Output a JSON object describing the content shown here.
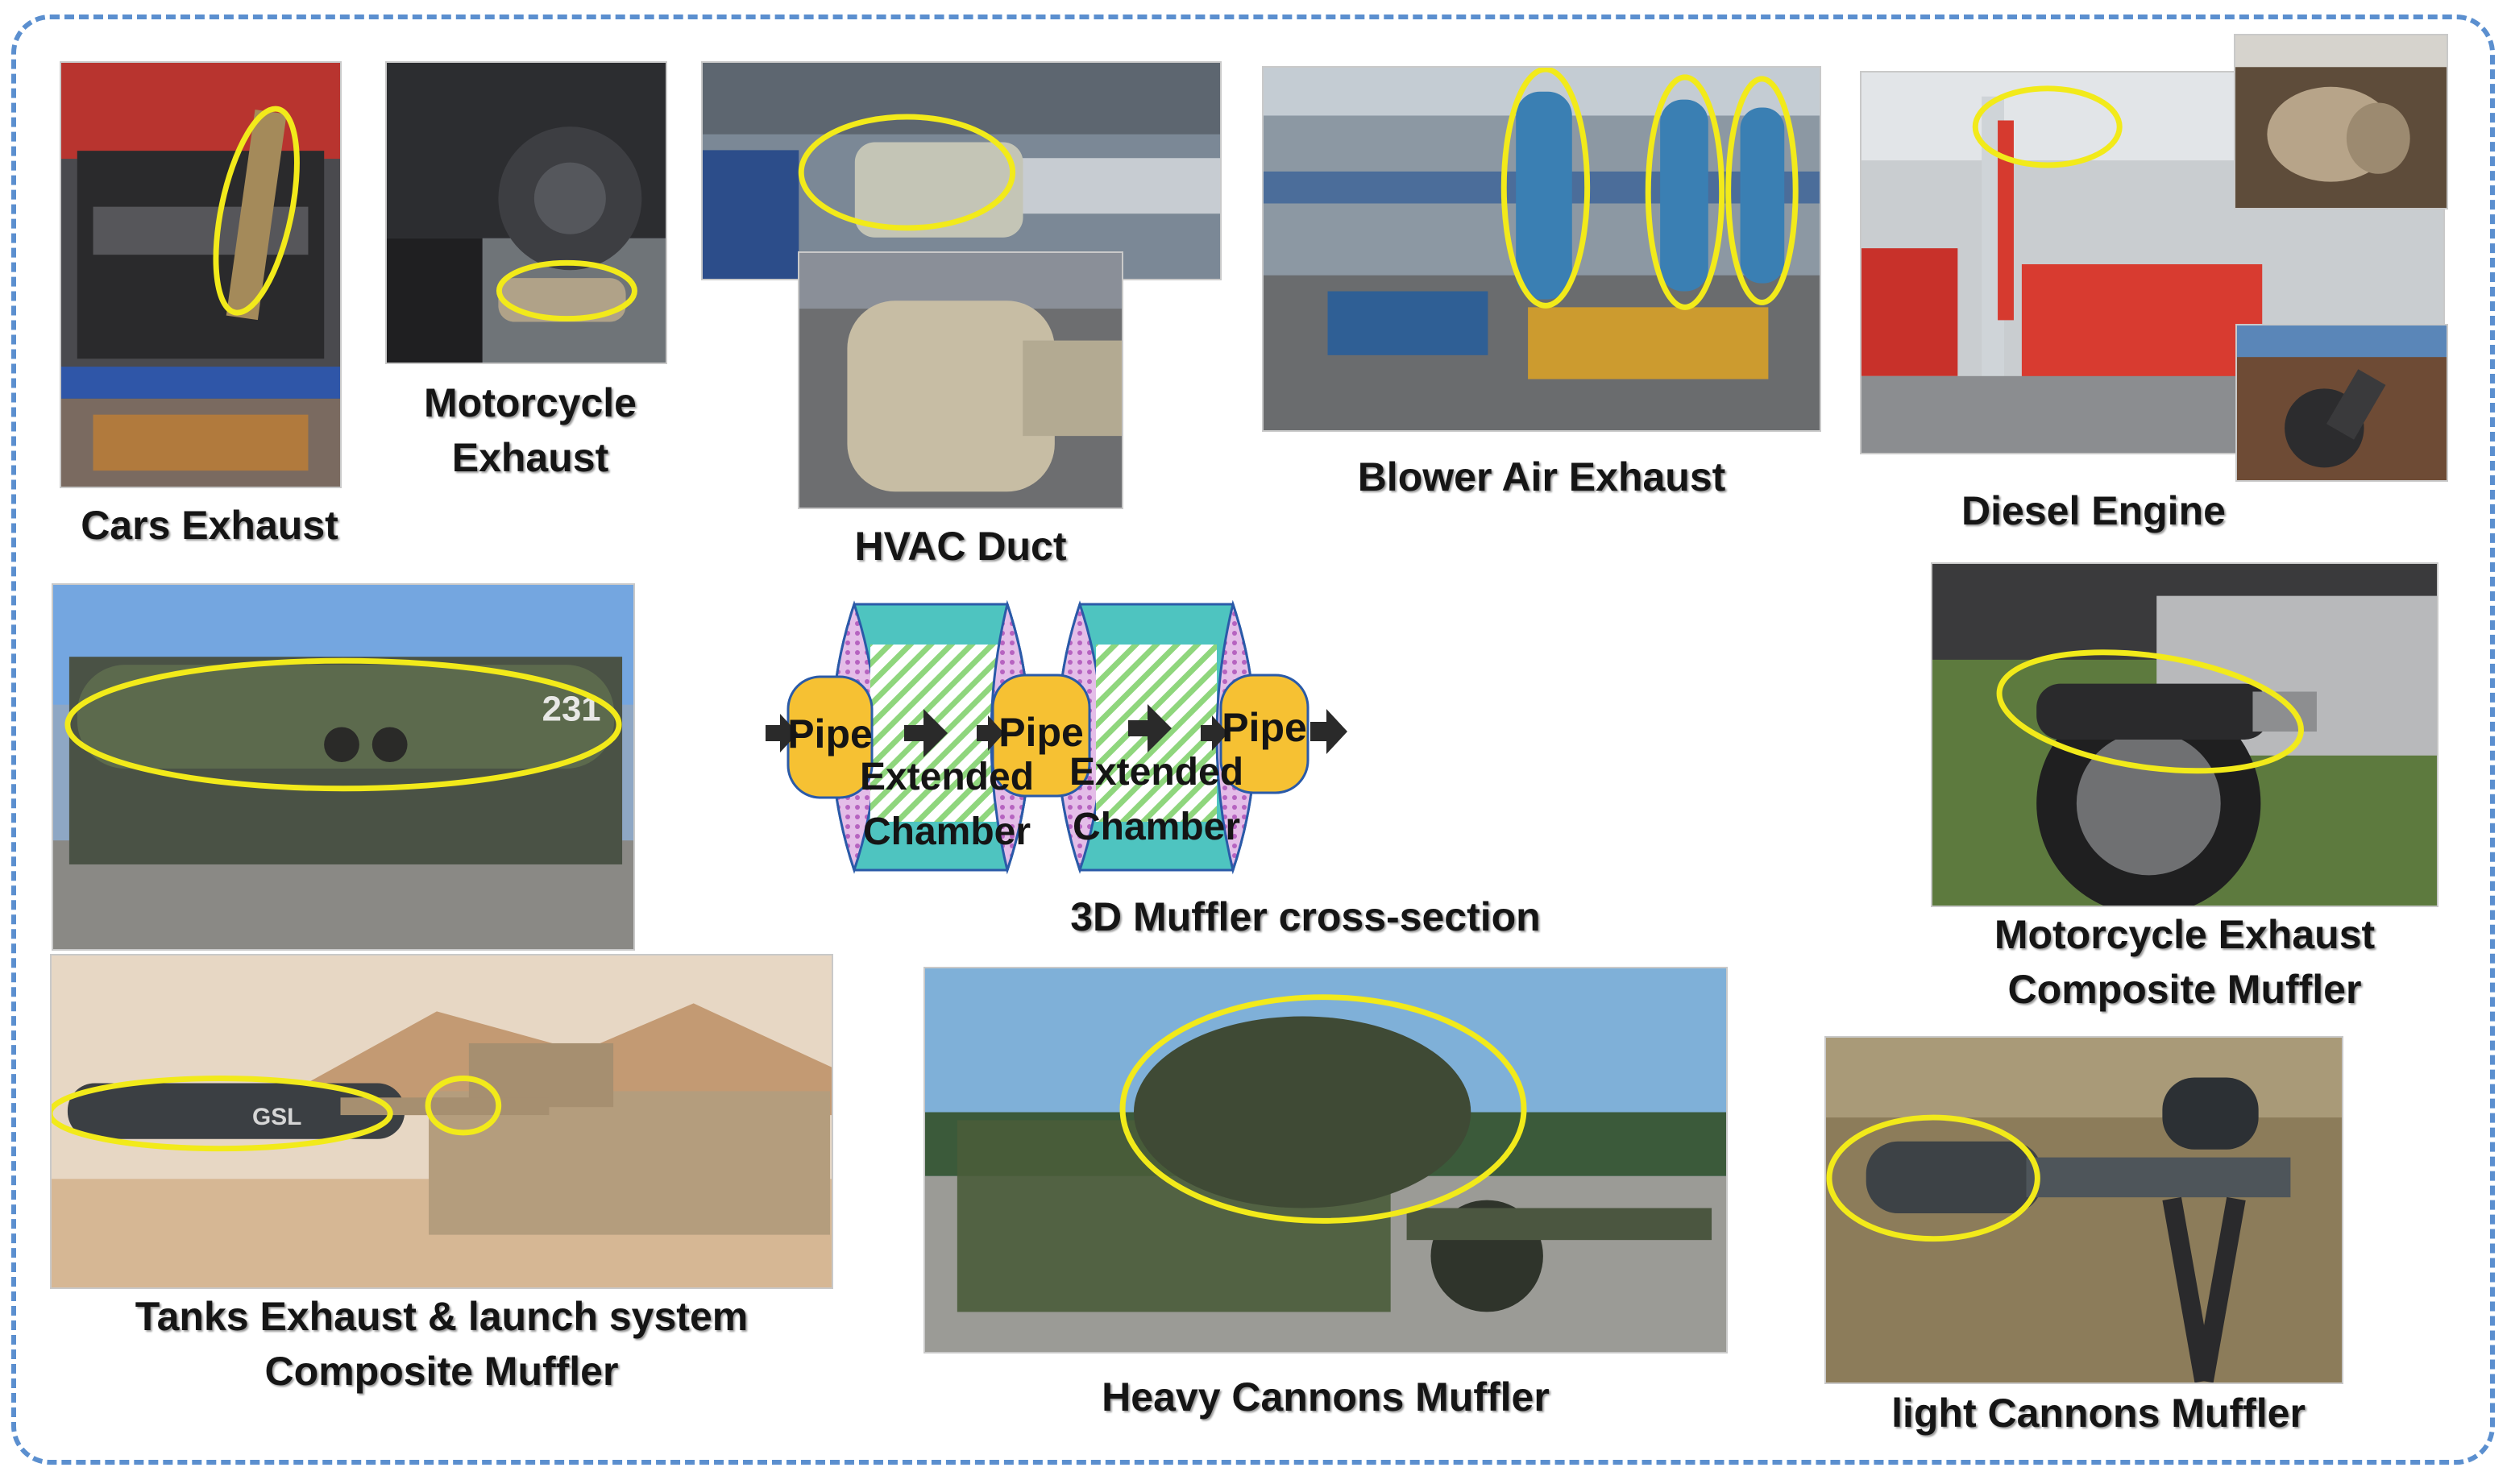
{
  "colors": {
    "frame_border": "#5b8fcf",
    "highlight": "#f2ea1a",
    "pipe": "#f6c133",
    "chamber": "#4ec4c0",
    "end_cap": "#c98bd1",
    "hatch": "#8fd67d"
  },
  "labels": {
    "cars": "Cars Exhaust",
    "moto_line1": "Motorcycle",
    "moto_line2": "Exhaust",
    "hvac": "HVAC Duct",
    "blower": "Blower Air Exhaust",
    "diesel": "Diesel Engine",
    "moto_comp_line1": "Motorcycle Exhaust",
    "moto_comp_line2": "Composite Muffler",
    "tanks_line1": "Tanks Exhaust & launch system",
    "tanks_line2": "Composite Muffler",
    "heavy": "Heavy Cannons Muffler",
    "light": "light Cannons Muffler"
  },
  "diagram": {
    "pipe_label": "Pipe",
    "chamber_line1": "Extended",
    "chamber_line2": "Chamber",
    "caption": "3D Muffler cross-section"
  },
  "photo_text": {
    "tank_number": "231",
    "gsl_logo": "GSL"
  }
}
